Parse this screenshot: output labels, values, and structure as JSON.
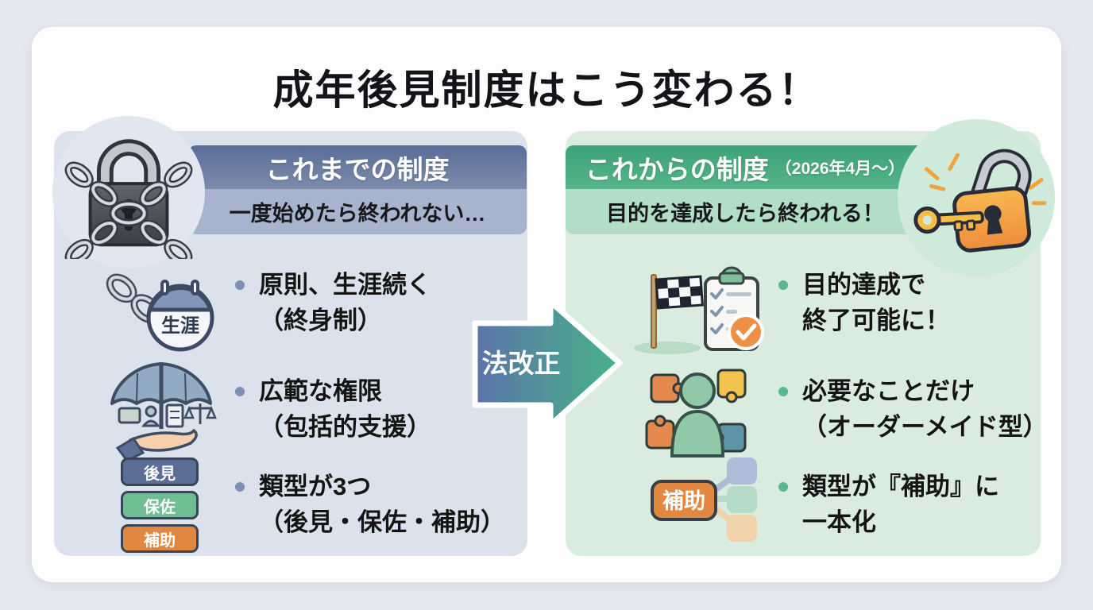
{
  "page": {
    "title": "成年後見制度はこう変わる！"
  },
  "colors": {
    "page_bg": "#e5e8ee",
    "card_bg": "#fdfdfe",
    "left_panel_bg": "#dce2ec",
    "right_panel_bg": "#d9ecdf",
    "left_header_bg": "#5f7298",
    "left_subheader_bg": "#a8b4cd",
    "right_header_bg": "#43aa7c",
    "right_subheader_bg": "#b3dec6",
    "arrow_gradient_start": "#5b74a8",
    "arrow_gradient_end": "#47b38a",
    "left_bullet": "#7d8fb2",
    "right_bullet": "#57b98c",
    "badge_koken": "#5b6e96",
    "badge_hosa": "#6ebd93",
    "badge_hojo": "#e2873f"
  },
  "arrow": {
    "label": "法改正"
  },
  "left_panel": {
    "header": "これまでの制度",
    "subheader": "一度始めたら終われない…",
    "corner_icon": "chained-padlock",
    "items": [
      {
        "icon": "chain-calendar",
        "icon_label": "生涯",
        "line1": "原則、生涯続く",
        "line2": "（終身制）"
      },
      {
        "icon": "umbrella-hand",
        "line1": "広範な権限",
        "line2": "（包括的支援）"
      },
      {
        "icon": "three-type-badges",
        "badges": [
          "後見",
          "保佐",
          "補助"
        ],
        "line1": "類型が3つ",
        "line2": "（後見・保佐・補助）"
      }
    ]
  },
  "right_panel": {
    "header": "これからの制度",
    "header_note": "（2026年4月～）",
    "subheader": "目的を達成したら終われる！",
    "corner_icon": "unlocked-padlock-key",
    "items": [
      {
        "icon": "goal-flag-checklist",
        "line1": "目的達成で",
        "line2": "終了可能に！"
      },
      {
        "icon": "puzzle-person",
        "line1": "必要なことだけ",
        "line2": "（オーダーメイド型）"
      },
      {
        "icon": "hojo-branch",
        "badge": "補助",
        "line1": "類型が『補助』に",
        "line2": "一本化"
      }
    ]
  }
}
